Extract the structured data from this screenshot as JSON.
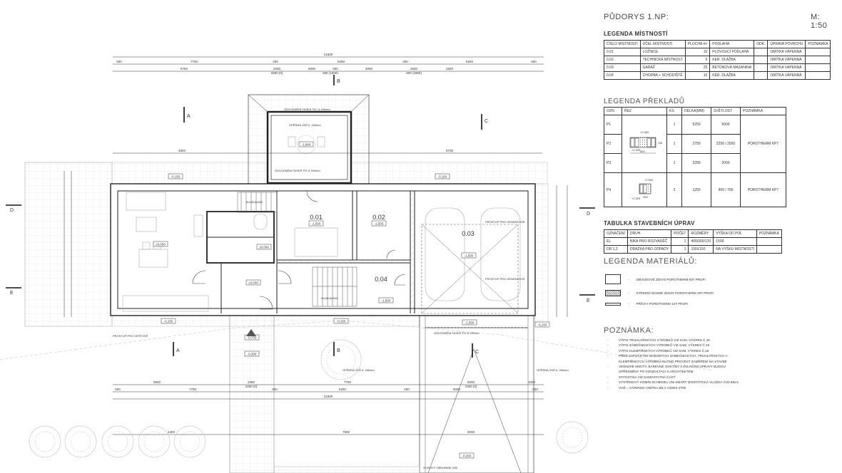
{
  "sheet": {
    "title": "PŮDORYS 1.NP:",
    "scale": "M: 1:50"
  },
  "rooms_legend": {
    "title": "LEGENDA MÍSTNOSTÍ",
    "headers": [
      "ČÍSLO MÍSTNOSTI",
      "ÚČEL MÍSTNOSTI",
      "PLOCHA m²",
      "PODLAHA",
      "ODK.",
      "ÚPRAVA POVRCHU",
      "POZNÁMKA"
    ],
    "rows": [
      [
        "0.01",
        "LOŽNICE",
        "10",
        "PLOVOUCÍ PODLAHA",
        "",
        "OMÍTKA VÁPENNÁ",
        ""
      ],
      [
        "0.02",
        "TECHNICKÁ MÍSTNOST",
        "9",
        "KER. DLAŽBA",
        "",
        "OMÍTKA VÁPENNÁ",
        ""
      ],
      [
        "0.03",
        "GARÁŽ",
        "25",
        "BETONOVÁ MAZANINA",
        "",
        "OMÍTKA VÁPENNÁ",
        ""
      ],
      [
        "0.04",
        "CHODBA + SCHODIŠTĚ",
        "10",
        "KER. DLAŽBA",
        "",
        "OMÍTKA VÁPENNÁ",
        ""
      ]
    ]
  },
  "lintels_legend": {
    "title": "LEGENDA PŘEKLADŮ",
    "headers": [
      "OZN.",
      "ŘEZ",
      "KS",
      "DÉLKA(MM)",
      "SVĚTLOST",
      "POZNÁMKA"
    ],
    "rows": [
      {
        "id": "P1",
        "ks": "1",
        "length": "5250",
        "span": "5000"
      },
      {
        "id": "P2",
        "ks": "1",
        "length": "2750",
        "span": "2250 / 2500"
      },
      {
        "id": "P3",
        "ks": "1",
        "length": "2250",
        "span": "2000"
      },
      {
        "id": "P4",
        "ks": "2",
        "length": "1250",
        "span": "900 / 700"
      }
    ],
    "note_p1_p3": "POROTHERM KP7",
    "note_p4": "POROTHERM KP7",
    "section_labels": {
      "top_level": "+2.520",
      "bottom_level": "+2.325",
      "width_a": "500",
      "width_b": "250",
      "height": "238"
    }
  },
  "repairs_table": {
    "title": "TABULKA STAVEBNÍCH ÚPRAV",
    "headers": [
      "OZNAČENÍ",
      "DRUH",
      "POČET",
      "ROZMĚRY",
      "VÝŠKA OD POL",
      "POZNÁMKA"
    ],
    "rows": [
      [
        "EL",
        "NIKA PRO ROZVADĚČ",
        "1",
        "400/300/120",
        "1500",
        ""
      ],
      [
        "DR 1,2",
        "DRÁŽKA PRO ODPADY",
        "1",
        "150X150",
        "NA VÝŠKU MÍSTNOSTI",
        ""
      ]
    ]
  },
  "materials_legend": {
    "title": "LEGENDA MATERIÁLŮ:",
    "items": [
      {
        "label": "OBVODOVÉ ZDIVO POROTHERM 50T PROFI"
      },
      {
        "label": "STŘEDNÍ NOSNÉ ZDIVO POROTHERM 30T PROFI"
      },
      {
        "label": "PŘÍČKY POROTHERM 14T PROFI"
      }
    ]
  },
  "notes": {
    "title": "POZNÁMKA:",
    "items": [
      "VÝPIS TRUHLÁŘSKÝCH VÝROBKŮ VIZ SAM. VÝKRES Č.15",
      "VÝPIS ZÁMEČNICKÝCH VÝROBKŮ VIZ SAM. VÝKRES Č.15",
      "VÝPIS KLEMPÍŘSKÝCH VÝROBKŮ VIZ SAM. VÝKRES Č.15",
      "PŘED ZAPOČETÍM VEŠKERÝCH ZÁMEČNICKÝCH, TRUHLÁŘSKÝCH A|KLEMPÍŘSKÝCH VÝROBKŮ NUTNO PROVÉST ZAMĚŘENÍ NA STAVBĚ",
      "VEŠKERÉ HMOTY, BAREVNÉ ODSTÍNY A ZVLÁŠTNÍ ÚPRAVY BUDOU|UPŘESNĚNY PO KONZULTACI S ARCHITEKTEM",
      "STATISTIKA VIZ SAMOSTATNÁ ČÁST",
      "SYSTÉMOVÝ KOMÍN SCHIEDEL UNI SMART IZOSTATICKÁ VLOŽKA ∅20 66cm",
      "VOŠ = VÁPENNÁ OMÍTKA BÍLÁ CEMIX 3709"
    ]
  },
  "plan": {
    "rooms": [
      {
        "number": "0.01",
        "level": "-1,500"
      },
      {
        "number": "0.02",
        "level": "-1,500"
      },
      {
        "number": "0.03",
        "level": "-1,500"
      },
      {
        "number": "0.04",
        "level": "-1,500"
      }
    ],
    "levels": {
      "living": "±0,000",
      "bath": "±0,000",
      "hall": "±0,000",
      "lightwell": "-1,800",
      "terrace_left": "-0,150",
      "terrace_top": "-0,150",
      "terrace_right": "-0,150",
      "walk_1": "-0,700",
      "walk_2": "-0,300",
      "garage_front": "-1,550",
      "entry_left": "-0,150",
      "entry_mid": "-0,150"
    },
    "dims_top_1": "21500",
    "dims_top_2": [
      "500",
      "7750",
      "250",
      "6250",
      "250",
      "6250",
      "500"
    ],
    "dims_top_3": [
      "8750",
      "2000",
      "6000",
      "500",
      "3000",
      "2500",
      "2250"
    ],
    "dims_top_sub": [
      "3350 (0)",
      "500 (1500)",
      "500 (1850)"
    ],
    "dims_mid": [
      "4900",
      "8700"
    ],
    "dims_bottom_1": [
      "5800",
      "2350",
      "7750",
      "5000",
      "1000"
    ],
    "dims_bottom_2": [
      "500",
      "7750",
      "250",
      "6250",
      "250",
      "6000",
      "500"
    ],
    "dims_bottom_sub": [
      "2250 (0)",
      "2300 (0)"
    ],
    "dims_bottom_3": "21500",
    "dims_site": [
      "2400",
      "7500",
      "5000"
    ],
    "annotations": {
      "facade_top": "ODVODNĚNÍ FASER FIX, 6.160mm",
      "retaining_top": "OPĚRNÁ ZEĎ tl. 150mm",
      "facade_mid": "ODVODNĚNÍ FASER FIX 5.760mm",
      "facade_bottom": "ODVODNĚNÍ FASER FIX 6.160mm",
      "retaining_left": "OPĚRNÁ ZEĎ tl. 250mm",
      "retaining_right": "OPĚRNÁ ZEĎ tl. 250mm",
      "passage_garden": "PROSTUP PRO DEŠŤOVÉ",
      "passage_gen_1": "PROSTUP PRO GENERÁTOR",
      "passage_gen_2": "PROSTUP PRO GENERÁTOR",
      "drain": "SLINOVÝ OBRUBNÍK 0/50",
      "stairs_1": "9x166,6x300",
      "stairs_2": "9x166,6x300"
    },
    "sections": [
      "A",
      "A",
      "B",
      "B",
      "C",
      "C",
      "D",
      "D",
      "E",
      "E"
    ]
  }
}
